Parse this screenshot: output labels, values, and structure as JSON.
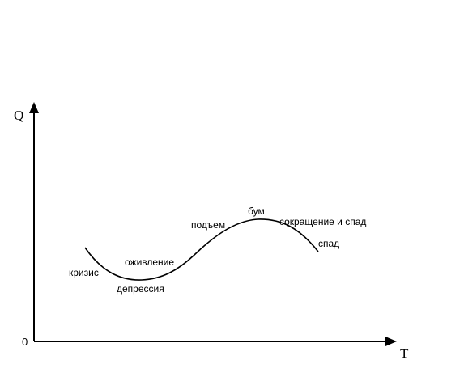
{
  "axes": {
    "y_label": "Q",
    "x_label": "T",
    "origin_label": "0"
  },
  "phases": {
    "crisis": "кризис",
    "depression": "депрессия",
    "revival": "оживление",
    "rise": "подъем",
    "boom": "бум",
    "contraction": "сокращение и спад",
    "decline": "спад"
  }
}
